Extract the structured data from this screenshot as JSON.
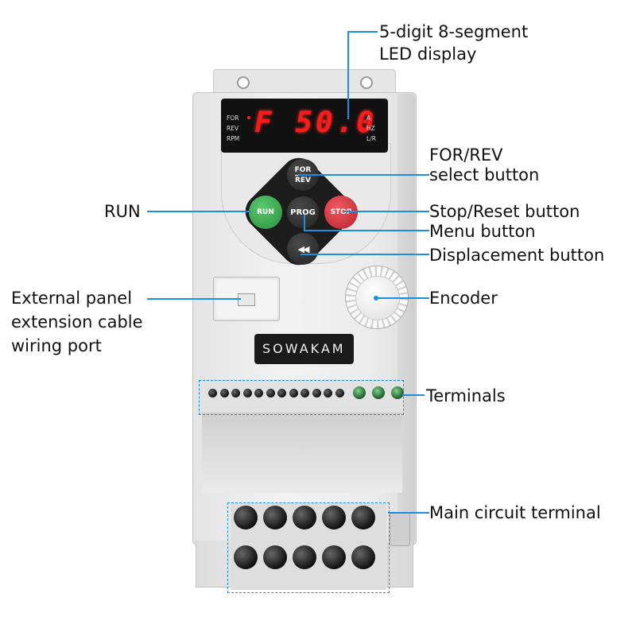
{
  "display": {
    "value": "F 50.0",
    "left_indicators": [
      "FOR",
      "REV",
      "RPM"
    ],
    "right_indicators": [
      "A",
      "HZ",
      "L/R"
    ]
  },
  "keys": {
    "for_top": "FOR",
    "for_bottom": "REV",
    "run": "RUN",
    "prog": "PROG",
    "stop": "STOP",
    "shift": "◀◀"
  },
  "brand": "SOWAKAM",
  "callouts": {
    "led_display_line1": "5-digit 8-segment",
    "led_display_line2": "LED display",
    "for_rev_line1": "FOR/REV",
    "for_rev_line2": "select button",
    "run": "RUN",
    "stop_reset": "Stop/Reset button",
    "menu": "Menu button",
    "displacement": "Displacement button",
    "external_line1": "External panel",
    "external_line2": "extension cable",
    "external_line3": "wiring port",
    "encoder": "Encoder",
    "terminals": "Terminals",
    "main_circuit": "Main circuit terminal"
  },
  "colors": {
    "callout_line": "#1a8fe0",
    "run_key": "#2fa34a",
    "stop_key": "#d8303a",
    "led": "#ff1a1a"
  }
}
